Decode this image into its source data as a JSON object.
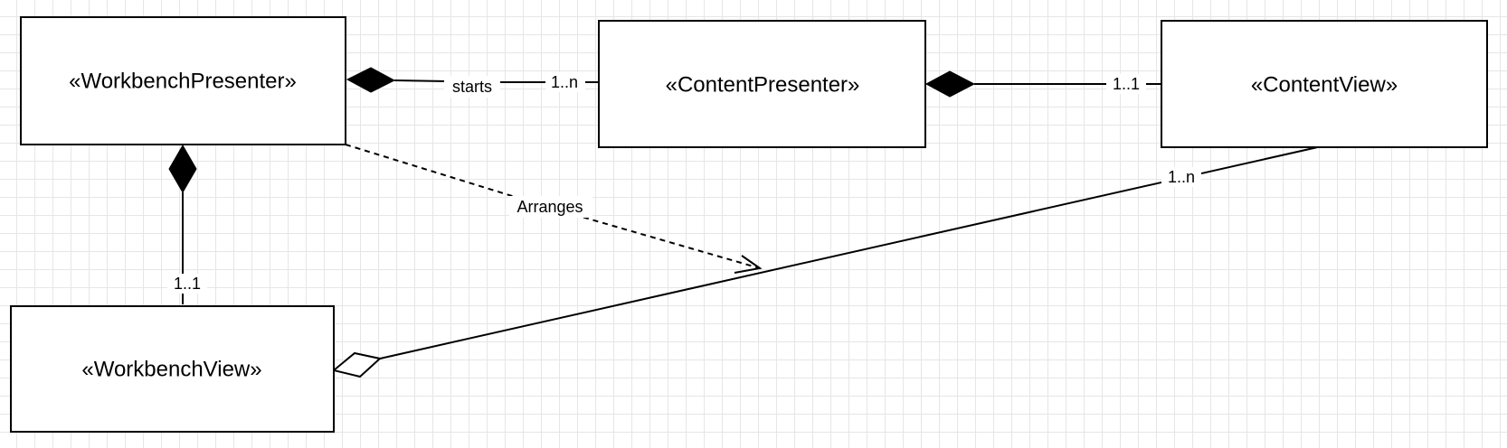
{
  "classes": {
    "workbench_presenter": "«WorkbenchPresenter»",
    "content_presenter": "«ContentPresenter»",
    "content_view": "«ContentView»",
    "workbench_view": "«WorkbenchView»"
  },
  "relations": {
    "starts": {
      "label": "starts",
      "multiplicity": "1..n"
    },
    "presenter_view": {
      "multiplicity": "1..1"
    },
    "arranges": {
      "label": "Arranges"
    },
    "content_view_assoc": {
      "multiplicity": "1..n"
    },
    "workbench_view_assoc": {
      "multiplicity": "1..1"
    }
  }
}
